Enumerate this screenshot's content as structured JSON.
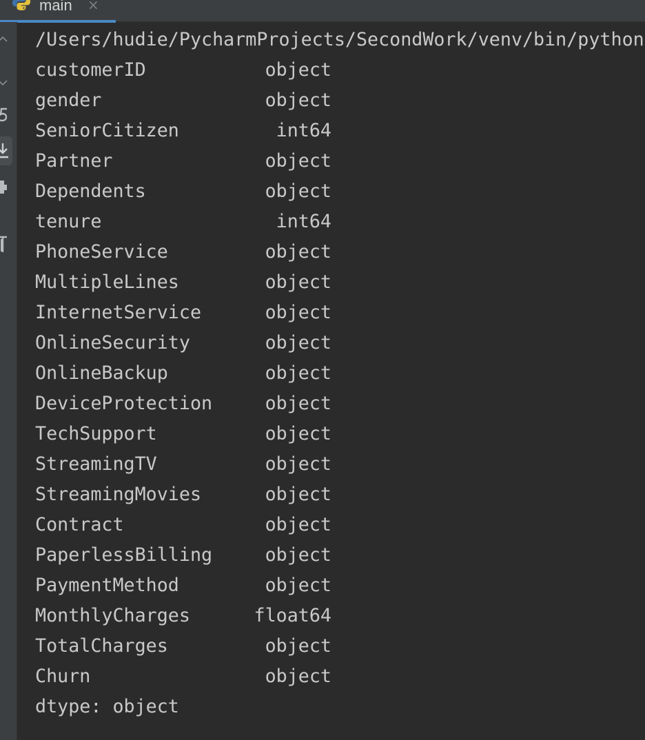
{
  "tab": {
    "title": "main",
    "icon": "python-icon",
    "close_glyph": "×"
  },
  "gutter": {
    "icons": [
      "scroll-up-icon",
      "scroll-down-icon",
      "rerun-icon",
      "soft-wrap-icon",
      "print-icon",
      "trash-icon"
    ]
  },
  "console": {
    "command": "/Users/hudie/PycharmProjects/SecondWork/venv/bin/python",
    "rows": [
      {
        "name": "customerID",
        "dtype": "object"
      },
      {
        "name": "gender",
        "dtype": "object"
      },
      {
        "name": "SeniorCitizen",
        "dtype": "int64"
      },
      {
        "name": "Partner",
        "dtype": "object"
      },
      {
        "name": "Dependents",
        "dtype": "object"
      },
      {
        "name": "tenure",
        "dtype": "int64"
      },
      {
        "name": "PhoneService",
        "dtype": "object"
      },
      {
        "name": "MultipleLines",
        "dtype": "object"
      },
      {
        "name": "InternetService",
        "dtype": "object"
      },
      {
        "name": "OnlineSecurity",
        "dtype": "object"
      },
      {
        "name": "OnlineBackup",
        "dtype": "object"
      },
      {
        "name": "DeviceProtection",
        "dtype": "object"
      },
      {
        "name": "TechSupport",
        "dtype": "object"
      },
      {
        "name": "StreamingTV",
        "dtype": "object"
      },
      {
        "name": "StreamingMovies",
        "dtype": "object"
      },
      {
        "name": "Contract",
        "dtype": "object"
      },
      {
        "name": "PaperlessBilling",
        "dtype": "object"
      },
      {
        "name": "PaymentMethod",
        "dtype": "object"
      },
      {
        "name": "MonthlyCharges",
        "dtype": "float64"
      },
      {
        "name": "TotalCharges",
        "dtype": "object"
      },
      {
        "name": "Churn",
        "dtype": "object"
      }
    ],
    "footer": "dtype: object"
  },
  "colors": {
    "background": "#2b2b2b",
    "chrome": "#3c3f41",
    "text": "#c9c9c9",
    "accent": "#4a88c7"
  }
}
